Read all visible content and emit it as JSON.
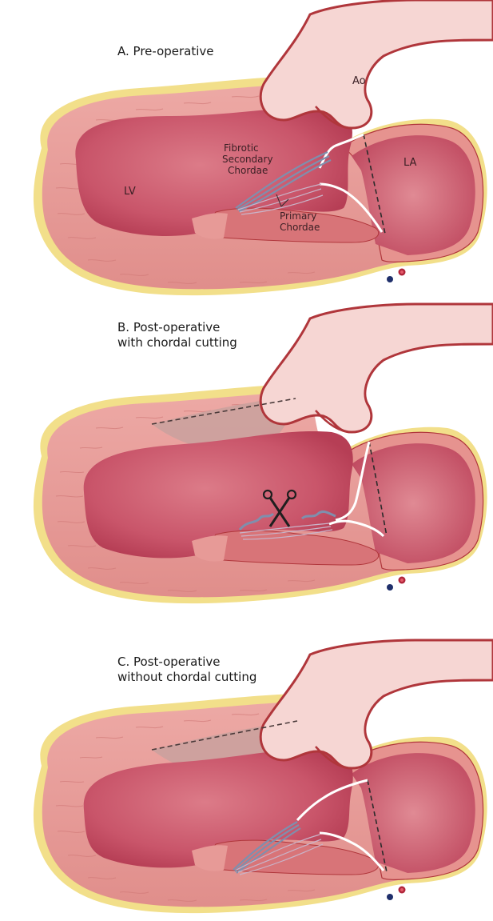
{
  "panels": [
    {
      "title_line1": "A. Pre-operative",
      "title_line2": ""
    },
    {
      "title_line1": "B. Post-operative",
      "title_line2": "with chordal cutting"
    },
    {
      "title_line1": "C. Post-operative",
      "title_line2": "without chordal cutting"
    }
  ],
  "labels": {
    "ao": "Ao",
    "la": "LA",
    "lv": "LV",
    "secondary_line1": "Fibrotic",
    "secondary_line2": "Secondary",
    "secondary_line3": "Chordae",
    "primary_line1": "Primary",
    "primary_line2": "Chordae"
  },
  "colors": {
    "myocardium": "#e79a97",
    "cavity": "#c44c5e",
    "cavity_light": "#d76e7b",
    "aorta": "#f6d6d3",
    "outline": "#b0363b",
    "epicardial_fat": "#f2df8a",
    "chordae": "#7f8fad",
    "leaflet": "#ffffff"
  }
}
